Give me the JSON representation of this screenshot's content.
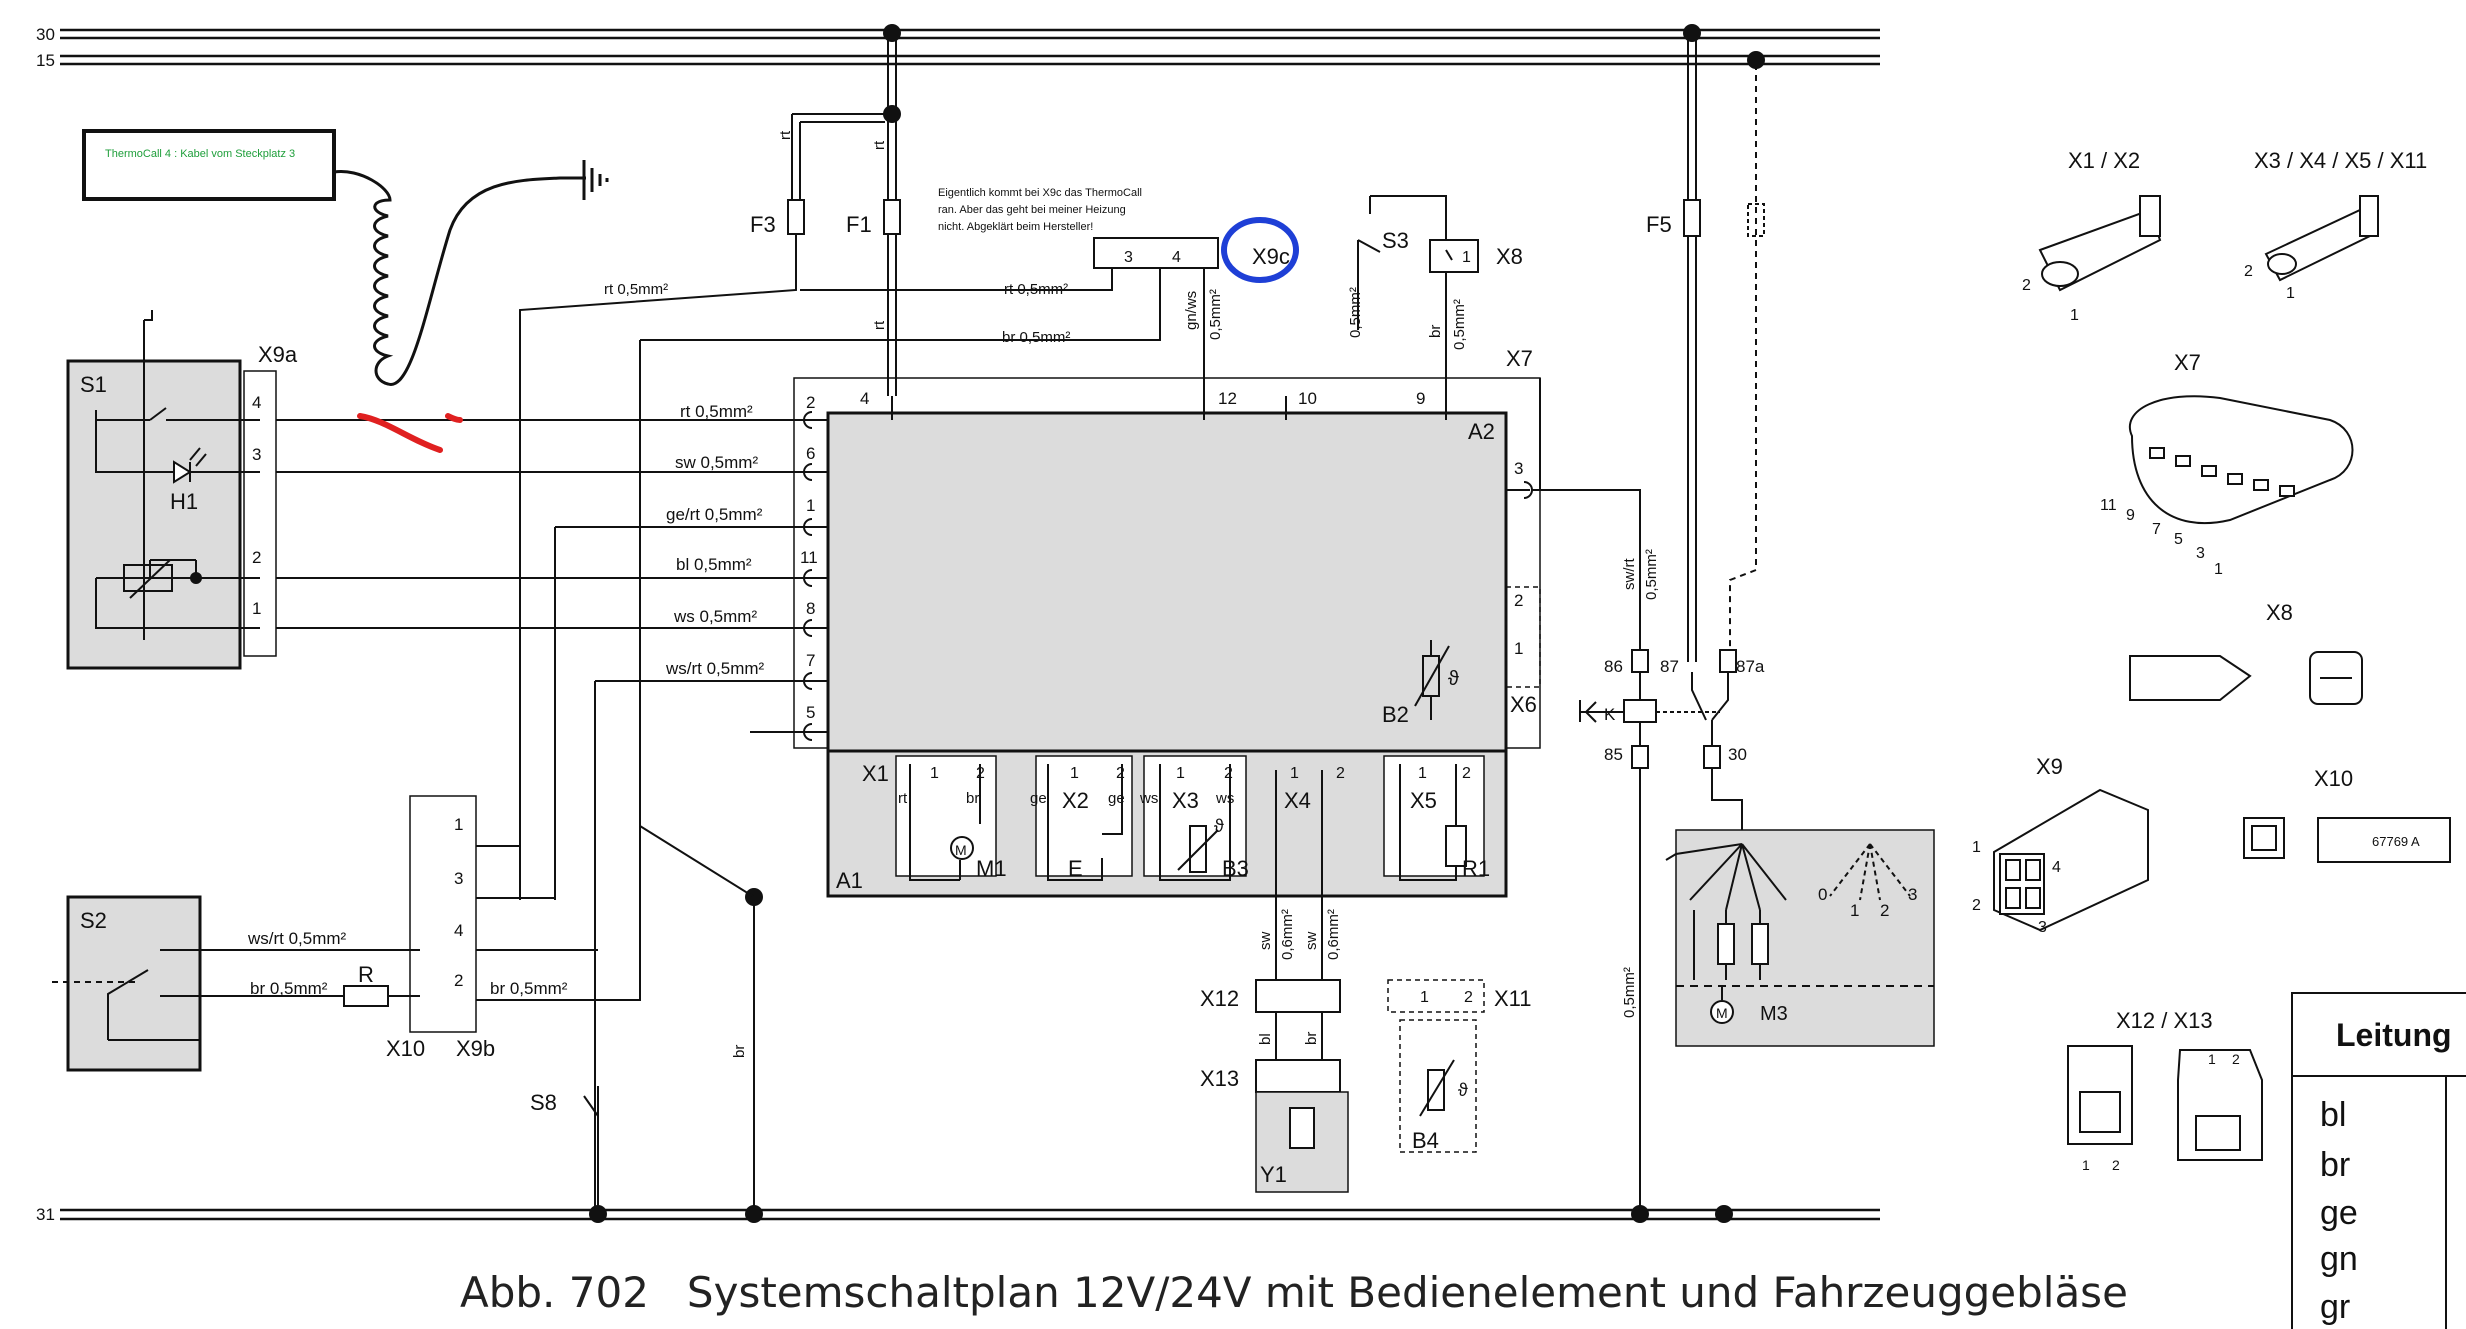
{
  "rails": {
    "r30": "30",
    "r15": "15",
    "r31": "31"
  },
  "note_thermocall": "ThermoCall 4 : Kabel vom Steckplatz 3",
  "note_x9c": [
    "Eigentlich kommt bei X9c das ThermoCall",
    "ran. Aber das geht bei meiner Heizung",
    "nicht. Abgeklärt beim Hersteller!"
  ],
  "comp": {
    "S1": "S1",
    "X9a": "X9a",
    "H1": "H1",
    "S2": "S2",
    "R": "R",
    "X10": "X10",
    "X9b": "X9b",
    "S8": "S8",
    "F3": "F3",
    "F1": "F1",
    "F5": "F5",
    "X9c": "X9c",
    "S3": "S3",
    "X8": "X8",
    "X7": "X7",
    "A2": "A2",
    "A1": "A1",
    "X6": "X6",
    "B2": "B2",
    "X1": "X1",
    "X2": "X2",
    "X3": "X3",
    "X4": "X4",
    "X5": "X5",
    "M1": "M1",
    "E": "E",
    "B3": "B3",
    "R1": "R1",
    "X12": "X12",
    "X13": "X13",
    "Y1": "Y1",
    "X11": "X11",
    "B4": "B4",
    "K": "K",
    "M3": "M3",
    "M": "M",
    "theta": "ϑ"
  },
  "wire": {
    "rt": "rt",
    "sw": "sw",
    "br": "br",
    "ws": "ws",
    "bl": "bl",
    "ge": "ge",
    "gnws": "gn/ws",
    "swrt": "sw/rt",
    "rt05": "rt 0,5mm²",
    "br05": "br 0,5mm²",
    "sw05": "sw 0,5mm²",
    "gert05": "ge/rt 0,5mm²",
    "bl05": "bl 0,5mm²",
    "ws05": "ws 0,5mm²",
    "wsrt05": "ws/rt 0,5mm²",
    "mm05": "0,5mm²",
    "mm06": "0,6mm²",
    "br05b": "br 0,5mm²"
  },
  "pins": {
    "p1": "1",
    "p2": "2",
    "p3": "3",
    "p4": "4",
    "p5": "5",
    "p6": "6",
    "p7": "7",
    "p8": "8",
    "p9": "9",
    "p10": "10",
    "p11": "11",
    "p12": "12",
    "r86": "86",
    "r87": "87",
    "r87a": "87a",
    "r85": "85",
    "r30": "30",
    "s0": "0"
  },
  "legend": {
    "x1x2": "X1 / X2",
    "x3x11": "X3 / X4 / X5 / X11",
    "x7": "X7",
    "x8": "X8",
    "x9": "X9",
    "x10": "X10",
    "x12x13": "X12 / X13",
    "part": "67769 A"
  },
  "table": {
    "header": "Leitung",
    "rows": [
      "bl",
      "br",
      "ge",
      "gn",
      "gr"
    ]
  },
  "caption": {
    "number": "Abb. 702",
    "title": "Systemschaltplan 12V/24V mit Bedienelement und Fahrzeuggebläse"
  }
}
